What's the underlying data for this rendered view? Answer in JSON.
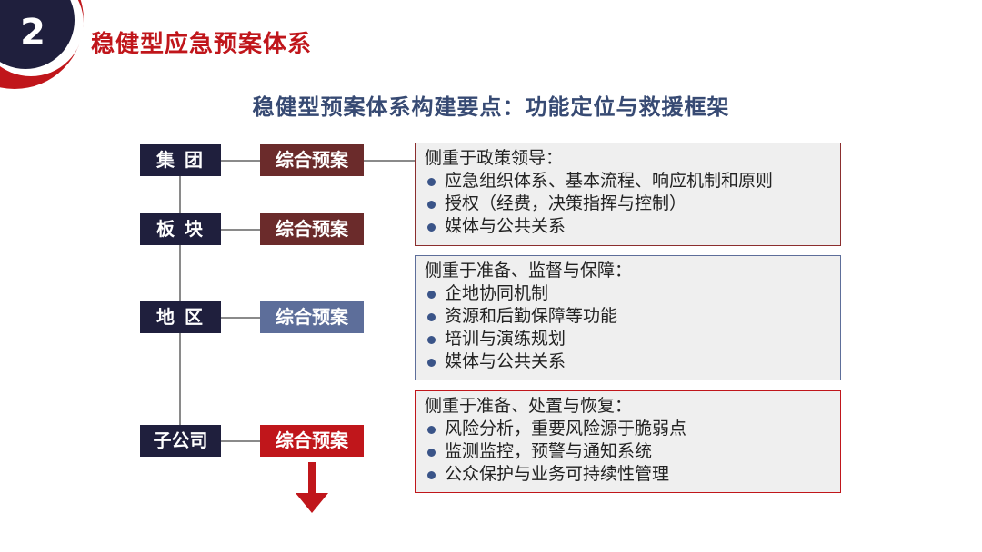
{
  "section": {
    "number": "2",
    "title": "稳健型应急预案体系"
  },
  "subtitle": "稳健型预案体系构建要点：功能定位与救援框架",
  "levels": [
    {
      "label": "集 团",
      "plan": "综合预案",
      "plan_color": "#6b2b2b"
    },
    {
      "label": "板 块",
      "plan": "综合预案",
      "plan_color": "#6b2b2b"
    },
    {
      "label": "地 区",
      "plan": "综合预案",
      "plan_color": "#5d6e9a"
    },
    {
      "label": "子公司",
      "plan": "综合预案",
      "plan_color": "#c0161b"
    }
  ],
  "boxes": [
    {
      "heading": "侧重于政策领导：",
      "border_color": "#8b2e2e",
      "items": [
        "应急组织体系、基本流程、响应机制和原则",
        "授权（经费，决策指挥与控制）",
        "媒体与公共关系"
      ]
    },
    {
      "heading": "侧重于准备、监督与保障：",
      "border_color": "#5d6e9a",
      "items": [
        "企地协同机制",
        "资源和后勤保障等功能",
        "培训与演练规划",
        "媒体与公共关系"
      ]
    },
    {
      "heading": "侧重于准备、处置与恢复：",
      "border_color": "#c0161b",
      "items": [
        "风险分析，重要风险源于脆弱点",
        "监测监控，预警与通知系统",
        "公众保护与业务可持续性管理"
      ]
    }
  ],
  "colors": {
    "accent_red": "#c0161b",
    "navy": "#1f1f3d",
    "bullet": "#3a5488"
  }
}
